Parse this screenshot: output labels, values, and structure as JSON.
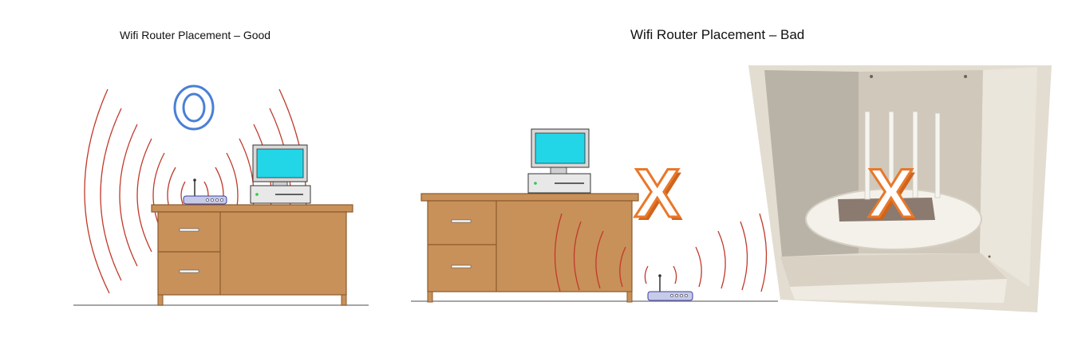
{
  "panels": {
    "good": {
      "title": "Wifi Router Placement – Good",
      "mark": "O"
    },
    "bad": {
      "title": "Wifi Router Placement – Bad",
      "mark": "X"
    }
  },
  "colors": {
    "wave": "#c0392b",
    "desk": "#c8915a",
    "desk_dark": "#8b5a2b",
    "mark_o": "#4a7fd6",
    "mark_x": "#e8782a",
    "monitor_screen": "#22d6e8",
    "cabinet": "#e9e4da"
  },
  "icons": [
    "desk",
    "router",
    "computer",
    "signal-waves",
    "circle-mark",
    "cross-mark",
    "cabinet-photo"
  ]
}
